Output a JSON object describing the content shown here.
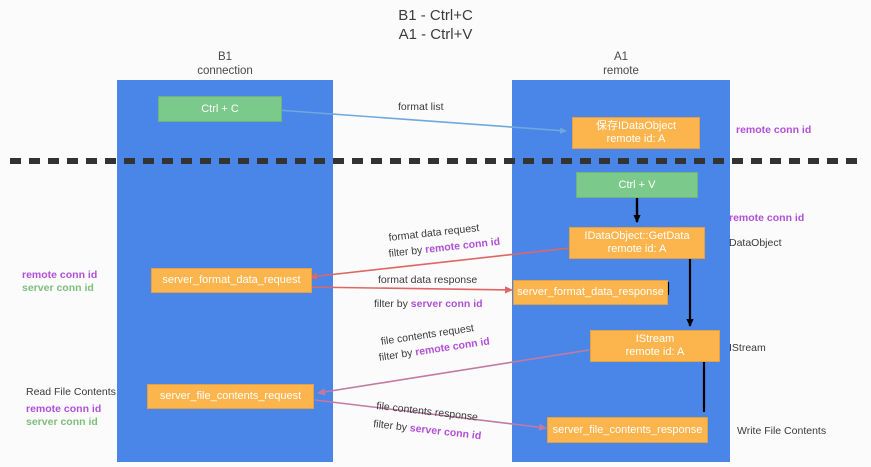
{
  "title": {
    "line1": "B1 - Ctrl+C",
    "line2": "A1 - Ctrl+V"
  },
  "columns": [
    {
      "name": "B1",
      "sub": "connection"
    },
    {
      "name": "A1",
      "sub": "remote"
    }
  ],
  "colors": {
    "lane": "#4a86e8",
    "green_node": "#7bc98b",
    "orange_node": "#fcb44c",
    "purple_text": "#b14fd8",
    "green_text": "#7cbf7c",
    "arrow_blue": "#6fa8dc",
    "arrow_black": "#000000",
    "arrow_red": "#e06666",
    "arrow_magenta": "#c27ba0",
    "divider": "#333333"
  },
  "nodes": {
    "ctrl_c": {
      "label": "Ctrl + C"
    },
    "save_idataobject": {
      "line1": "保存IDataObject",
      "line2": "remote id: A"
    },
    "ctrl_v": {
      "label": "Ctrl + V"
    },
    "getdata": {
      "line1": "IDataObject::GetData",
      "line2": "remote id: A"
    },
    "server_format_data_request": {
      "label": "server_format_data_request"
    },
    "server_format_data_response": {
      "label": "server_format_data_response"
    },
    "istream": {
      "line1": "IStream",
      "line2": "remote id: A"
    },
    "server_file_contents_request": {
      "label": "server_file_contents_request"
    },
    "server_file_contents_response": {
      "label": "server_file_contents_response"
    }
  },
  "edge_labels": {
    "format_list": "format list",
    "format_data_request": "format data request",
    "format_data_request_filter_prefix": "filter by ",
    "format_data_request_filter_value": "remote conn id",
    "format_data_response": "format data response",
    "format_data_response_filter_prefix": "filter by ",
    "format_data_response_filter_value": "server conn id",
    "file_contents_request": "file contents request",
    "file_contents_request_filter_prefix": "filter by ",
    "file_contents_request_filter_value": "remote conn id",
    "file_contents_response": "file contents response",
    "file_contents_response_filter_prefix": "filter by ",
    "file_contents_response_filter_value": "server conn id"
  },
  "side_labels": {
    "right_top_remote_conn_id": "remote conn id",
    "right_mid_remote_conn_id": "remote conn id",
    "dataobject": "DataObject",
    "istream": "IStream",
    "write_file_contents": "Write File Contents",
    "left_remote_conn_id": "remote conn id",
    "left_server_conn_id": "server conn id",
    "read_file_contents": "Read File Contents",
    "left_bottom_remote_conn_id": "remote conn id",
    "left_bottom_server_conn_id": "server conn id"
  }
}
